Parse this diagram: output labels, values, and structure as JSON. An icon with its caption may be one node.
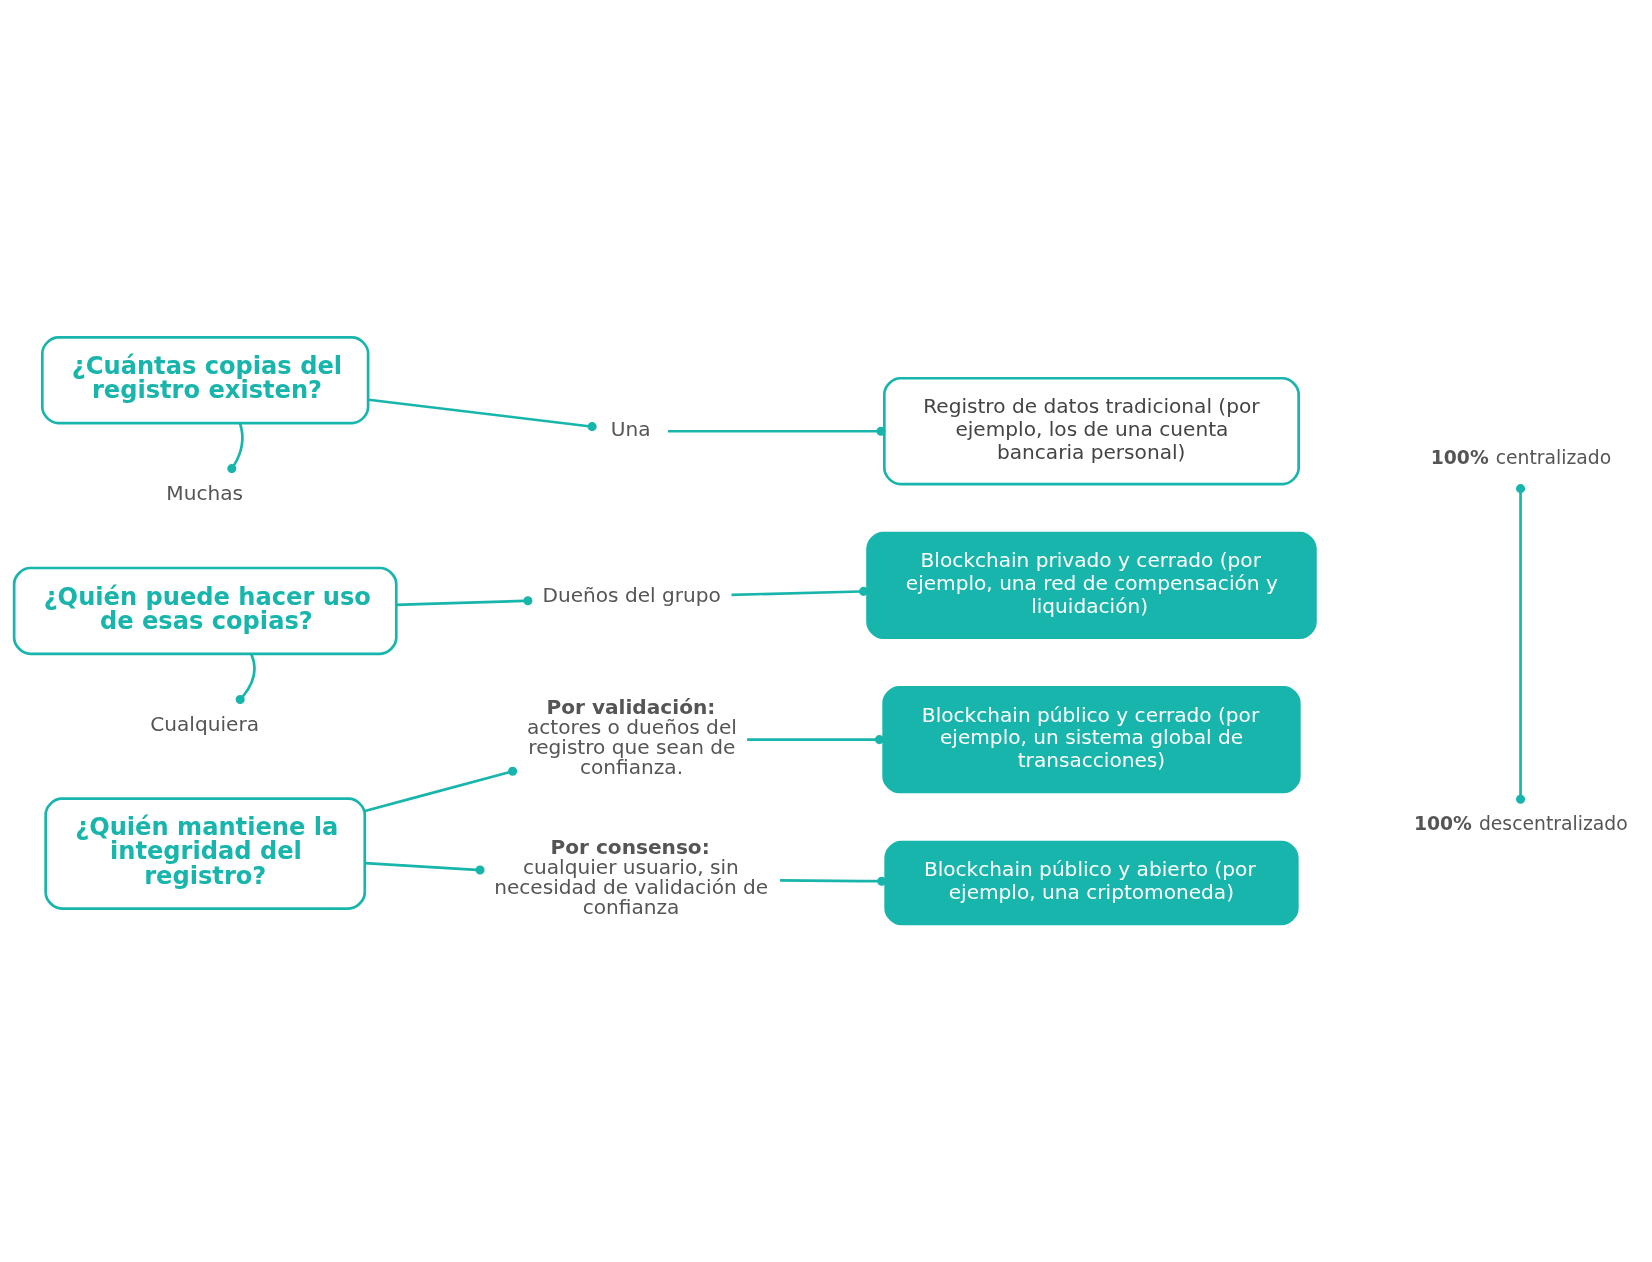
{
  "diagram": {
    "nodes": [
      {
        "text": [
          "¿Cuántas copias del registro existen?"
        ]
      },
      {
        "text": [
          "Una"
        ]
      },
      {
        "text": [
          "Registro de datos tradicional (por ejemplo, los de una cuenta bancaria personal)"
        ]
      },
      {
        "text": [
          "Muchas"
        ]
      },
      {
        "text": [
          "¿Quién puede hacer uso de esas copias?"
        ]
      },
      {
        "text": [
          "Dueños del grupo"
        ]
      },
      {
        "text": [
          "Blockchain privado y cerrado (por ejemplo, una red de compensación y liquidación)"
        ]
      },
      {
        "text": [
          "Cualquiera"
        ]
      },
      {
        "text": [
          "¿Quién mantiene la integridad del registro?"
        ]
      },
      {
        "text": [
          "**Por validación:** actores o dueños del registro que sean de confianza."
        ]
      },
      {
        "text": [
          "Blockchain público y cerrado (por ejemplo, un sistema global de transacciones)"
        ]
      },
      {
        "text": [
          "**Por consenso:** cualquier usuario, sin necesidad de validación de confianza"
        ]
      },
      {
        "text": [
          "Blockchain público y abierto (por ejemplo, una criptomoneda)"
        ]
      }
    ],
    "edges": [
      {
        "from": 0,
        "to": 1,
        "arrow": "other"
      },
      {
        "from": 1,
        "to": 2,
        "arrow": "other"
      },
      {
        "from": 0,
        "to": 3,
        "arrow": "other"
      },
      {
        "from": 4,
        "to": 5,
        "arrow": "other"
      },
      {
        "from": 5,
        "to": 6,
        "arrow": "other"
      },
      {
        "from": 4,
        "to": 7,
        "arrow": "other"
      },
      {
        "from": 8,
        "to": 9,
        "arrow": "other"
      },
      {
        "from": 9,
        "to": 10,
        "arrow": "other"
      },
      {
        "from": 8,
        "to": 11,
        "arrow": "other"
      },
      {
        "from": 11,
        "to": 12,
        "arrow": "other"
      }
    ],
    "labels": [
      "**100%** centralizado",
      "**100%** descentralizado"
    ]
  }
}
